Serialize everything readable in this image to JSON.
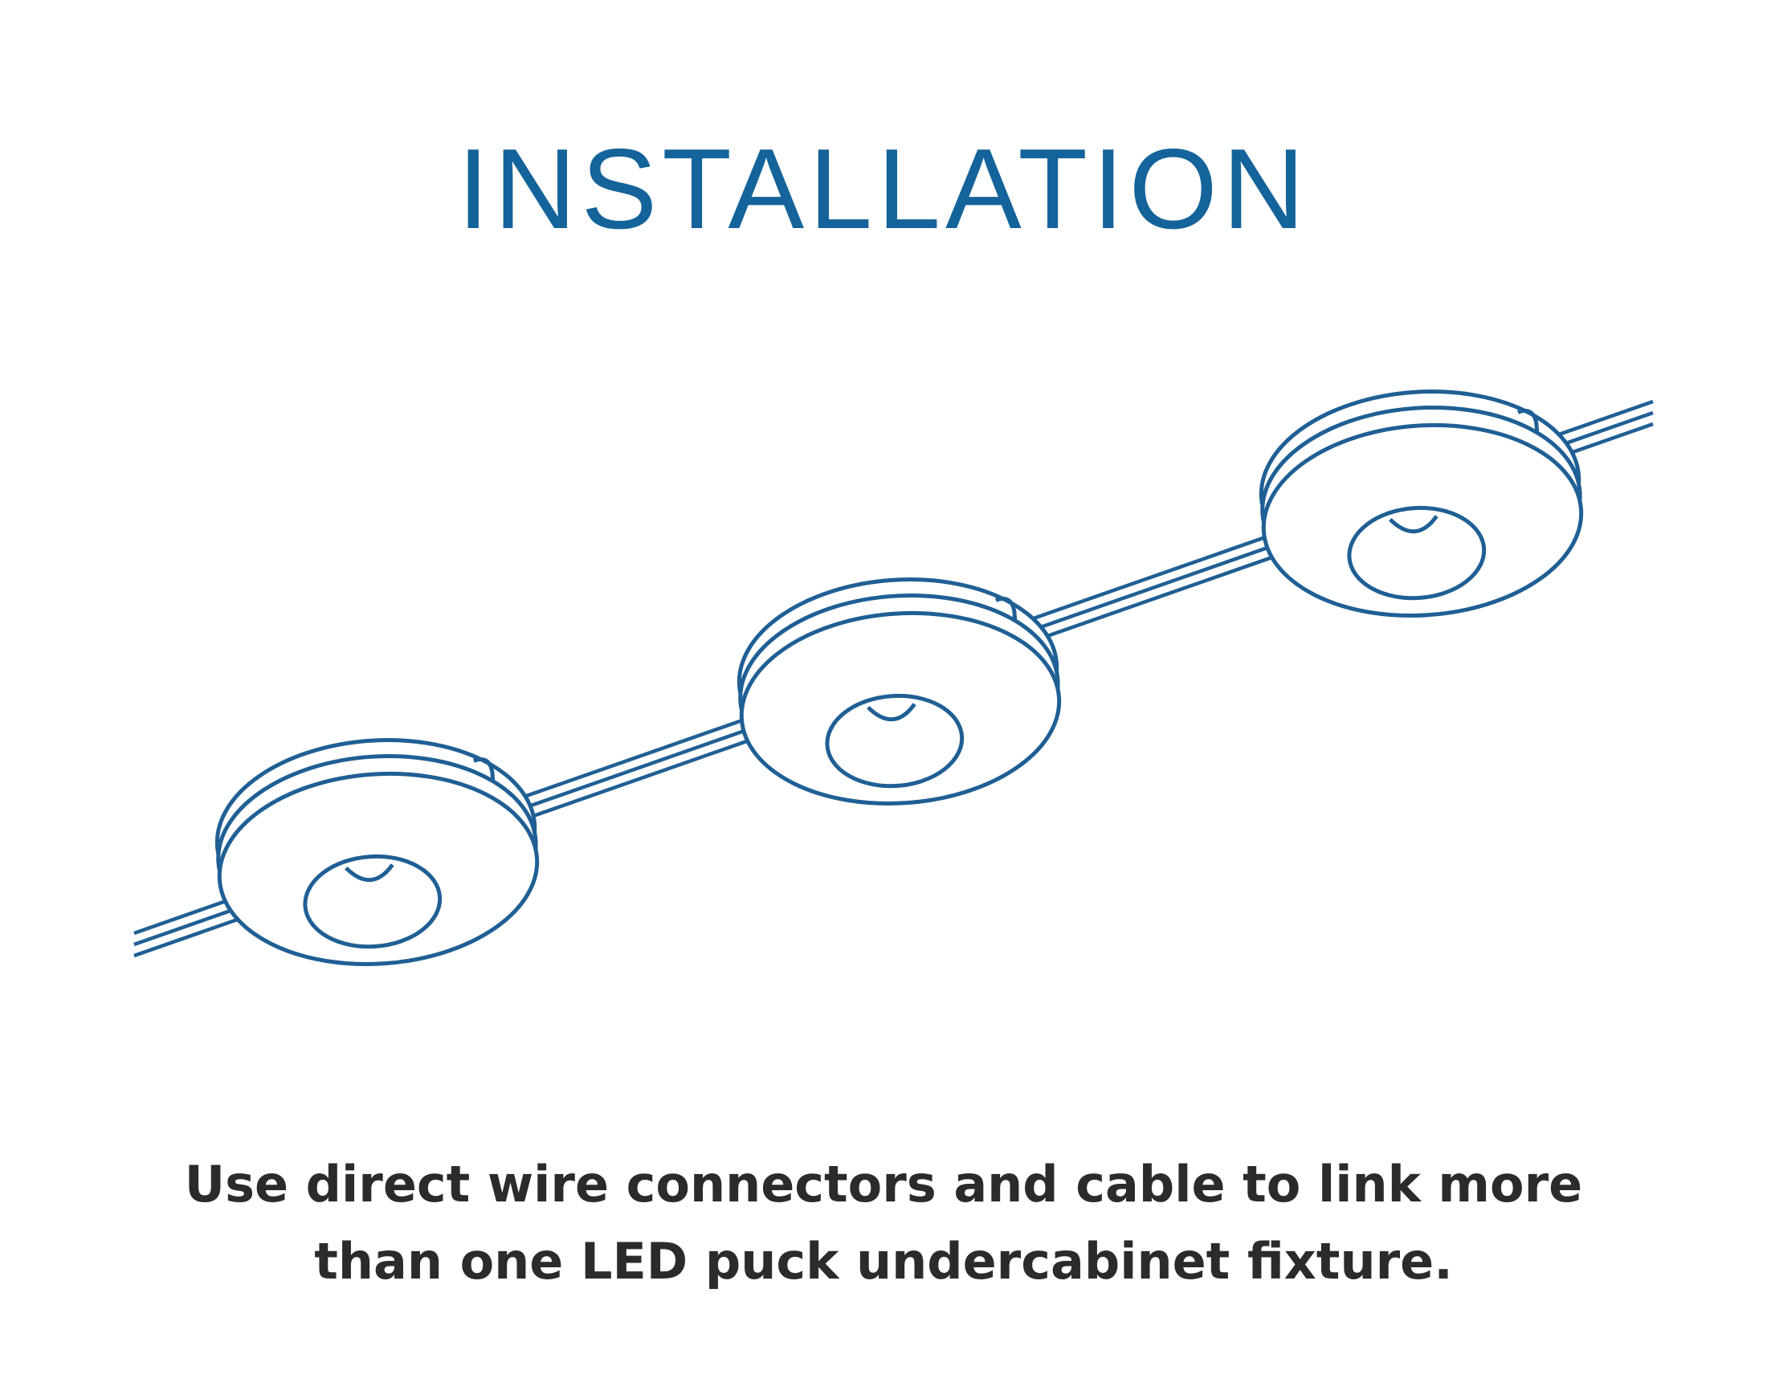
{
  "page": {
    "title": "INSTALLATION",
    "caption_lines": [
      "Use direct wire connectors and cable to link more",
      "than one LED puck undercabinet fixture."
    ]
  },
  "diagram": {
    "subject": "three LED puck undercabinet fixtures linked by cable",
    "icons": [
      "led-puck-light-icon",
      "connecting-cable-icon"
    ],
    "stroke_color": "#1f5f95",
    "fill_color": "#ffffff"
  },
  "colors": {
    "title": "#14639a",
    "text": "#2b2b2b",
    "background": "#ffffff"
  }
}
